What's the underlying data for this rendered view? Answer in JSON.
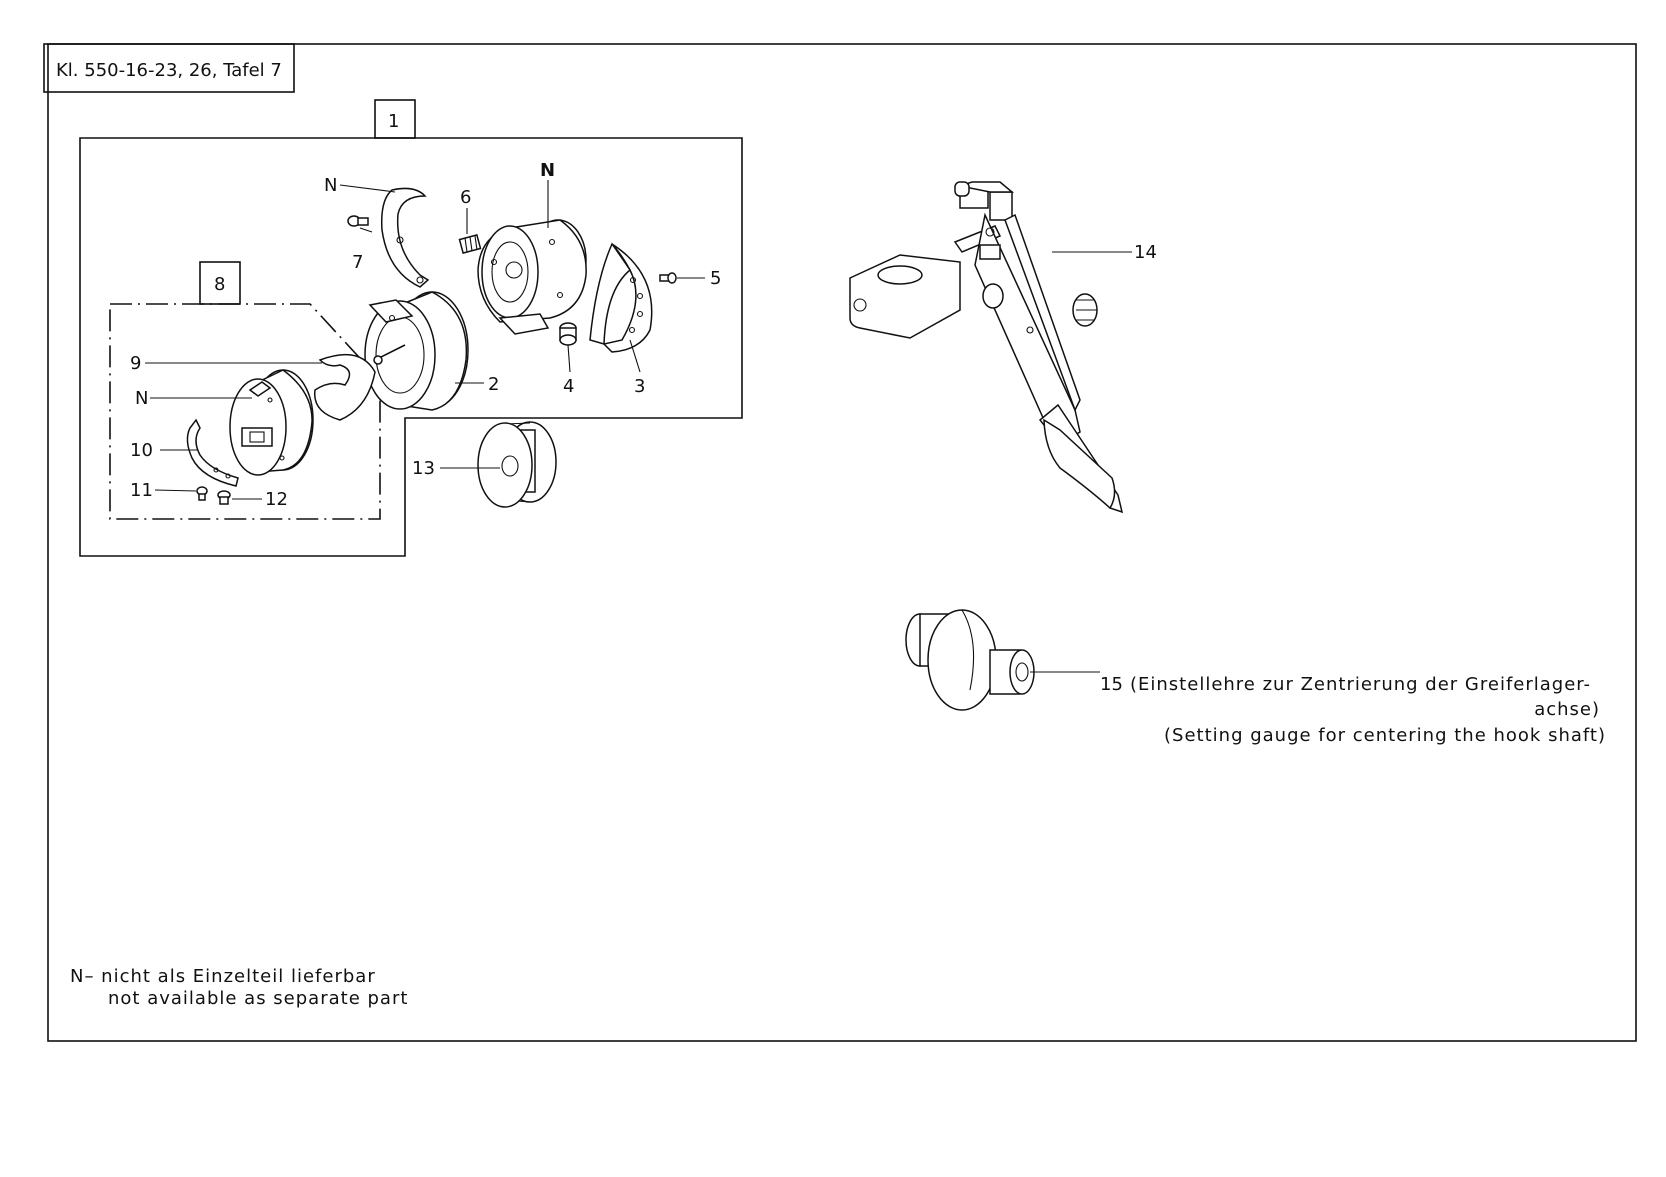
{
  "sheet": {
    "header": "Kl. 550-16-23, 26, Tafel 7",
    "group_box_1": "1",
    "group_box_8": "8"
  },
  "callouts": {
    "n_top_left": "N",
    "n_top_right": "N",
    "n_group8": "N",
    "p2": "2",
    "p3": "3",
    "p4": "4",
    "p5": "5",
    "p6": "6",
    "p7": "7",
    "p9": "9",
    "p10": "10",
    "p11": "11",
    "p12": "12",
    "p13": "13",
    "p14": "14",
    "p15": "15"
  },
  "part15_description": {
    "de_line1": "(Einstellehre zur Zentrierung der Greiferlager-",
    "de_line2": "achse)",
    "en": "(Setting gauge for centering the hook shaft)"
  },
  "footnote": {
    "line1": "N– nicht als Einzelteil lieferbar",
    "line2": "not available  as separate part"
  }
}
